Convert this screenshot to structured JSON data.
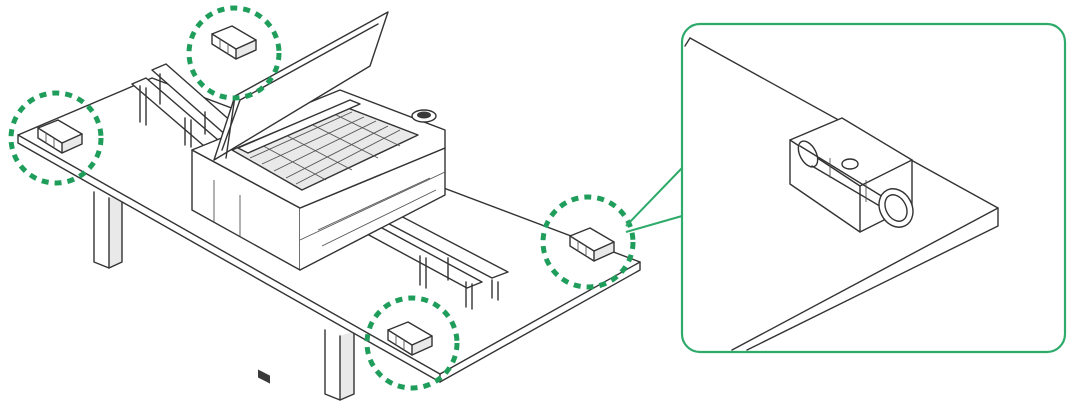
{
  "figure": {
    "subject": "",
    "accent_color": "#1f9d5b",
    "callout_color": "#2eaa6a",
    "line_color": "#333333"
  },
  "markers": [
    {
      "name": "level-marker-left"
    },
    {
      "name": "level-marker-back"
    },
    {
      "name": "level-marker-right"
    },
    {
      "name": "level-marker-front"
    }
  ],
  "callout": {
    "name": "zoomed-spirit-level-detail"
  }
}
